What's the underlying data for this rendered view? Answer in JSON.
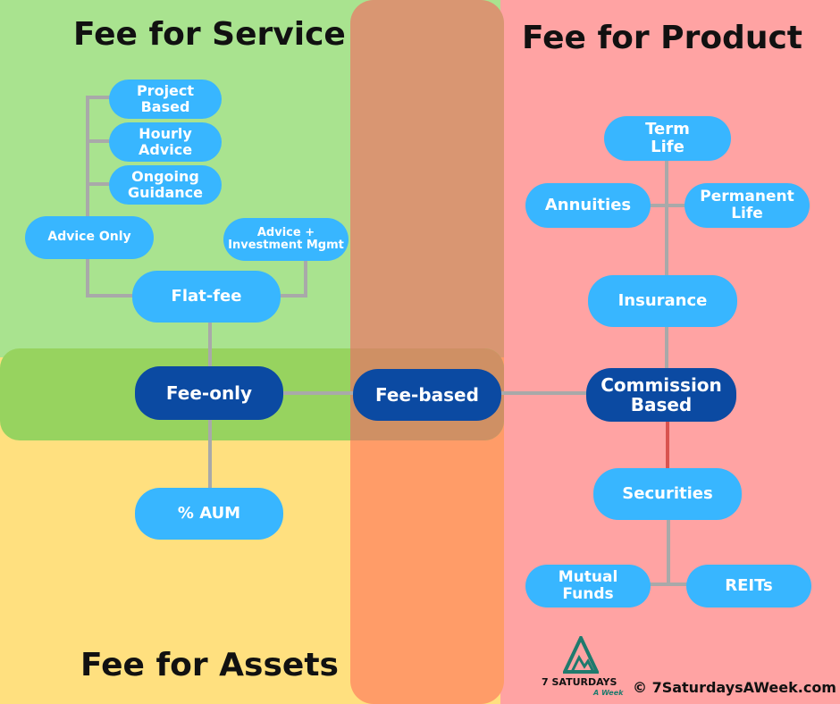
{
  "colors": {
    "service": "#a9e38f",
    "product": "#ffa3a3",
    "assets": "#ffe07f",
    "overlap_vertical": "#d99672",
    "band": "#97d35f",
    "node": "#38b6ff",
    "node_dark": "#0b4aa2",
    "connector": "#a9a9a9"
  },
  "regions": {
    "service_title": "Fee for Service",
    "product_title": "Fee for Product",
    "assets_title": "Fee for Assets"
  },
  "nodes": {
    "project_based": "Project\nBased",
    "hourly_advice": "Hourly\nAdvice",
    "ongoing_guidance": "Ongoing\nGuidance",
    "advice_only": "Advice Only",
    "advice_investment": "Advice +\nInvestment Mgmt",
    "flat_fee": "Flat-fee",
    "fee_only": "Fee-only",
    "aum": "% AUM",
    "fee_based": "Fee-based",
    "commission_based": "Commission\nBased",
    "term_life": "Term\nLife",
    "annuities": "Annuities",
    "permanent_life": "Permanent\nLife",
    "insurance": "Insurance",
    "securities": "Securities",
    "mutual_funds": "Mutual\nFunds",
    "reits": "REITs"
  },
  "logo": {
    "icon": "mountain-logo-icon",
    "name": "7 SATURDAYS",
    "tagline": "A Week",
    "copyright": "© 7SaturdaysAWeek.com"
  }
}
